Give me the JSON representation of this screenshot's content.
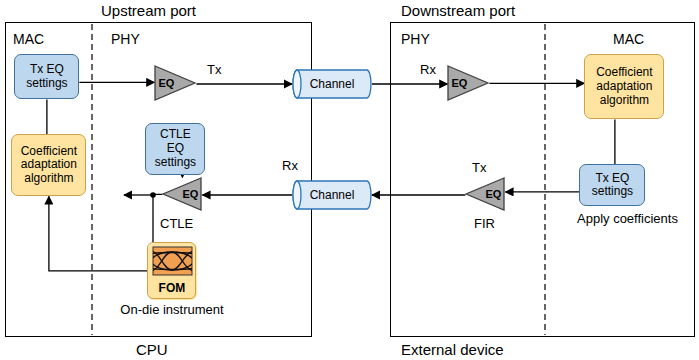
{
  "diagram": {
    "nodes": [
      {
        "text": [
          "Upstream port",
          "MAC",
          "PHY",
          "CPU"
        ]
      },
      {
        "text": [
          "Tx EQ settings"
        ],
        "in": 0
      },
      {
        "text": [
          "Coefficient adaptation algorithm"
        ],
        "in": 0
      },
      {
        "text": [
          "EQ"
        ],
        "in": 0
      },
      {
        "text": [
          "CTLE EQ settings"
        ],
        "in": 0
      },
      {
        "text": [
          "EQ"
        ],
        "in": 0
      },
      {
        "text": [
          "FOM"
        ],
        "in": 0
      },
      {
        "text": [
          "Downstream port",
          "PHY",
          "MAC",
          "External device"
        ]
      },
      {
        "text": [
          "EQ"
        ],
        "in": 7
      },
      {
        "text": [
          "Coefficient adaptation algorithm"
        ],
        "in": 7
      },
      {
        "text": [
          "Tx EQ settings"
        ],
        "in": 7
      },
      {
        "text": [
          "EQ"
        ],
        "in": 7
      },
      {
        "text": [
          "Channel"
        ]
      },
      {
        "text": [
          "Channel"
        ]
      }
    ],
    "edges": [
      {
        "from": 1,
        "to": 3,
        "arrow": "to"
      },
      {
        "from": 3,
        "to": 12,
        "arrow": "to"
      },
      {
        "from": 12,
        "to": 8,
        "arrow": "to"
      },
      {
        "from": 8,
        "to": 9,
        "arrow": "to"
      },
      {
        "from": 9,
        "to": 10,
        "arrow": "none"
      },
      {
        "from": 10,
        "to": 11,
        "arrow": "to"
      },
      {
        "from": 11,
        "to": 13,
        "arrow": "to"
      },
      {
        "from": 13,
        "to": 5,
        "arrow": "to"
      },
      {
        "from": 1,
        "to": 2,
        "arrow": "none"
      },
      {
        "from": 4,
        "to": 5,
        "arrow": "to"
      },
      {
        "from": 5,
        "to": 6,
        "arrow": "none"
      },
      {
        "from": 6,
        "to": 2,
        "arrow": "to"
      }
    ],
    "labels": [
      "Tx",
      "Rx",
      "CTLE",
      "On-die instrument",
      "Rx",
      "Tx",
      "FIR",
      "Apply coefficients"
    ]
  }
}
